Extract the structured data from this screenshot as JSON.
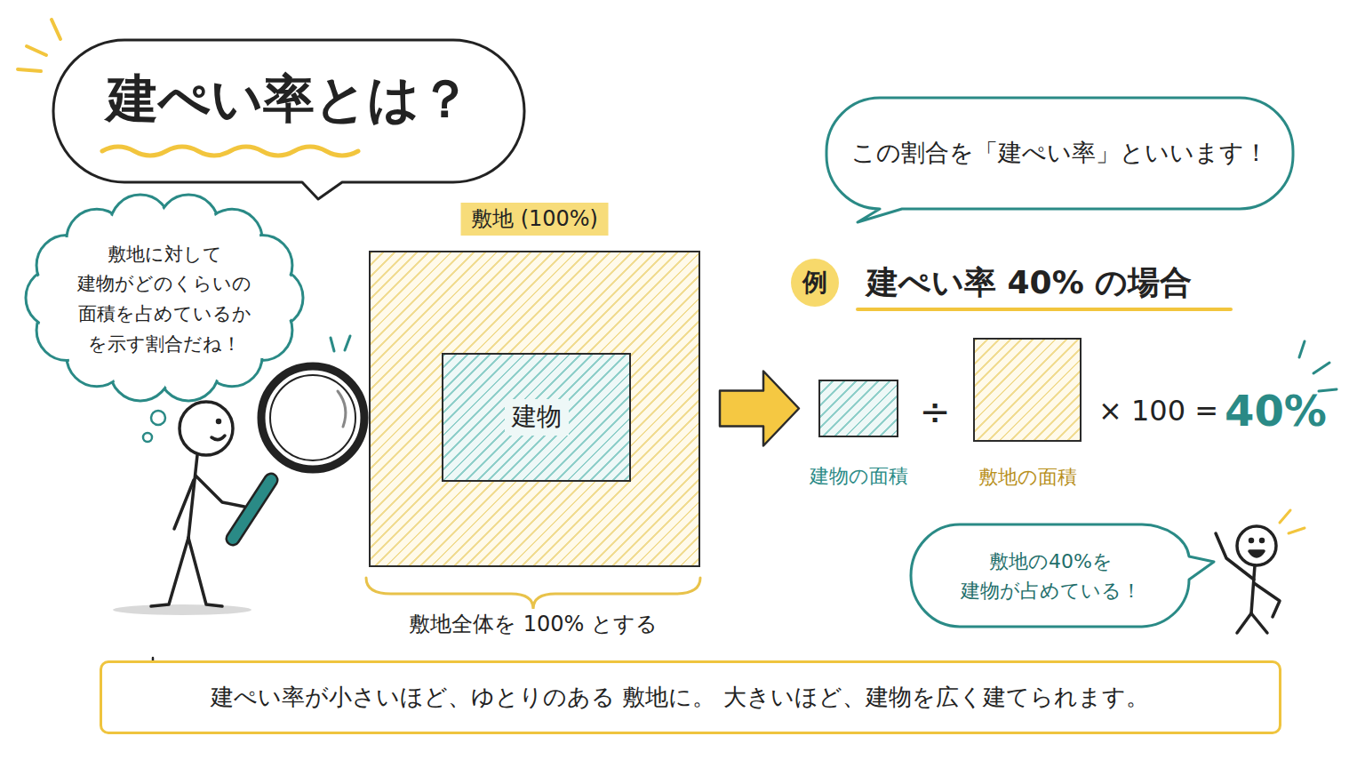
{
  "diagram": {
    "title": "建ぺい率とは？",
    "nodes": [
      {
        "text": [
          "この割合を「建ぺい率」といいます！"
        ]
      },
      {
        "text": [
          "敷地に対して 建物がどのくらいの 面積を占めているか を示す割合だね！"
        ]
      },
      {
        "text": [
          "敷地 (100%)"
        ]
      },
      {
        "text": [
          "建物"
        ],
        "in": 2
      },
      {
        "text": [
          "例"
        ]
      },
      {
        "text": [
          "建物の面積"
        ]
      },
      {
        "text": [
          "敷地の面積"
        ]
      },
      {
        "text": [
          "敷地の40%を 建物が占めている！"
        ]
      },
      {
        "text": [
          "建ぺい率が小さいほど、ゆとりのある 敷地に。 大きいほど、建物を広く建てられます。"
        ]
      }
    ],
    "edges": [
      {
        "from": 2,
        "to": 5,
        "arrow": "to"
      }
    ],
    "labels": [
      "敷地全体を 100% とする",
      "建ぺい率 40% の場合",
      "÷",
      "× 100 =",
      "40%"
    ]
  }
}
